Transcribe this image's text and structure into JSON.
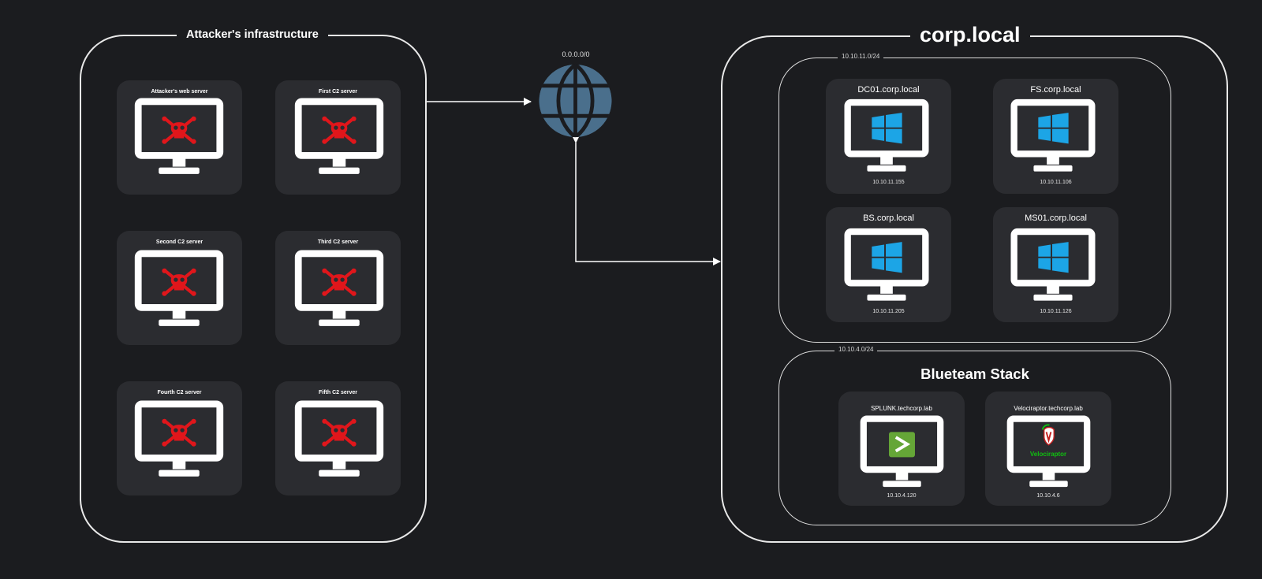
{
  "attacker_panel": {
    "title": "Attacker's infrastructure",
    "servers": [
      {
        "label": "Attacker's web server"
      },
      {
        "label": "First C2 server"
      },
      {
        "label": "Second C2 server"
      },
      {
        "label": "Third C2 server"
      },
      {
        "label": "Fourth C2 server"
      },
      {
        "label": "Fifth C2 server"
      }
    ]
  },
  "internet": {
    "label": "0.0.0.0/0",
    "icon": "globe-icon"
  },
  "corp_panel": {
    "title": "corp.local",
    "server_subnet": {
      "network": "10.10.11.0/24",
      "hosts": [
        {
          "name": "DC01.corp.local",
          "ip": "10.10.11.155"
        },
        {
          "name": "FS.corp.local",
          "ip": "10.10.11.106"
        },
        {
          "name": "BS.corp.local",
          "ip": "10.10.11.205"
        },
        {
          "name": "MS01.corp.local",
          "ip": "10.10.11.126"
        }
      ]
    },
    "blueteam_subnet": {
      "network": "10.10.4.0/24",
      "title": "Blueteam Stack",
      "hosts": [
        {
          "name": "SPLUNK.techcorp.lab",
          "ip": "10.10.4.120",
          "logo": "splunk-logo"
        },
        {
          "name": "Velociraptor.techcorp.lab",
          "ip": "10.10.4.6",
          "logo": "velociraptor-logo",
          "logo_text": "Velociraptor"
        }
      ]
    }
  },
  "colors": {
    "background": "#1b1c1f",
    "tile": "#2b2c30",
    "skull": "#e0161b",
    "windows": "#1ca5e6",
    "splunk": "#65a637",
    "velociraptor": "#10c010",
    "globe": "#4a6f8c"
  }
}
